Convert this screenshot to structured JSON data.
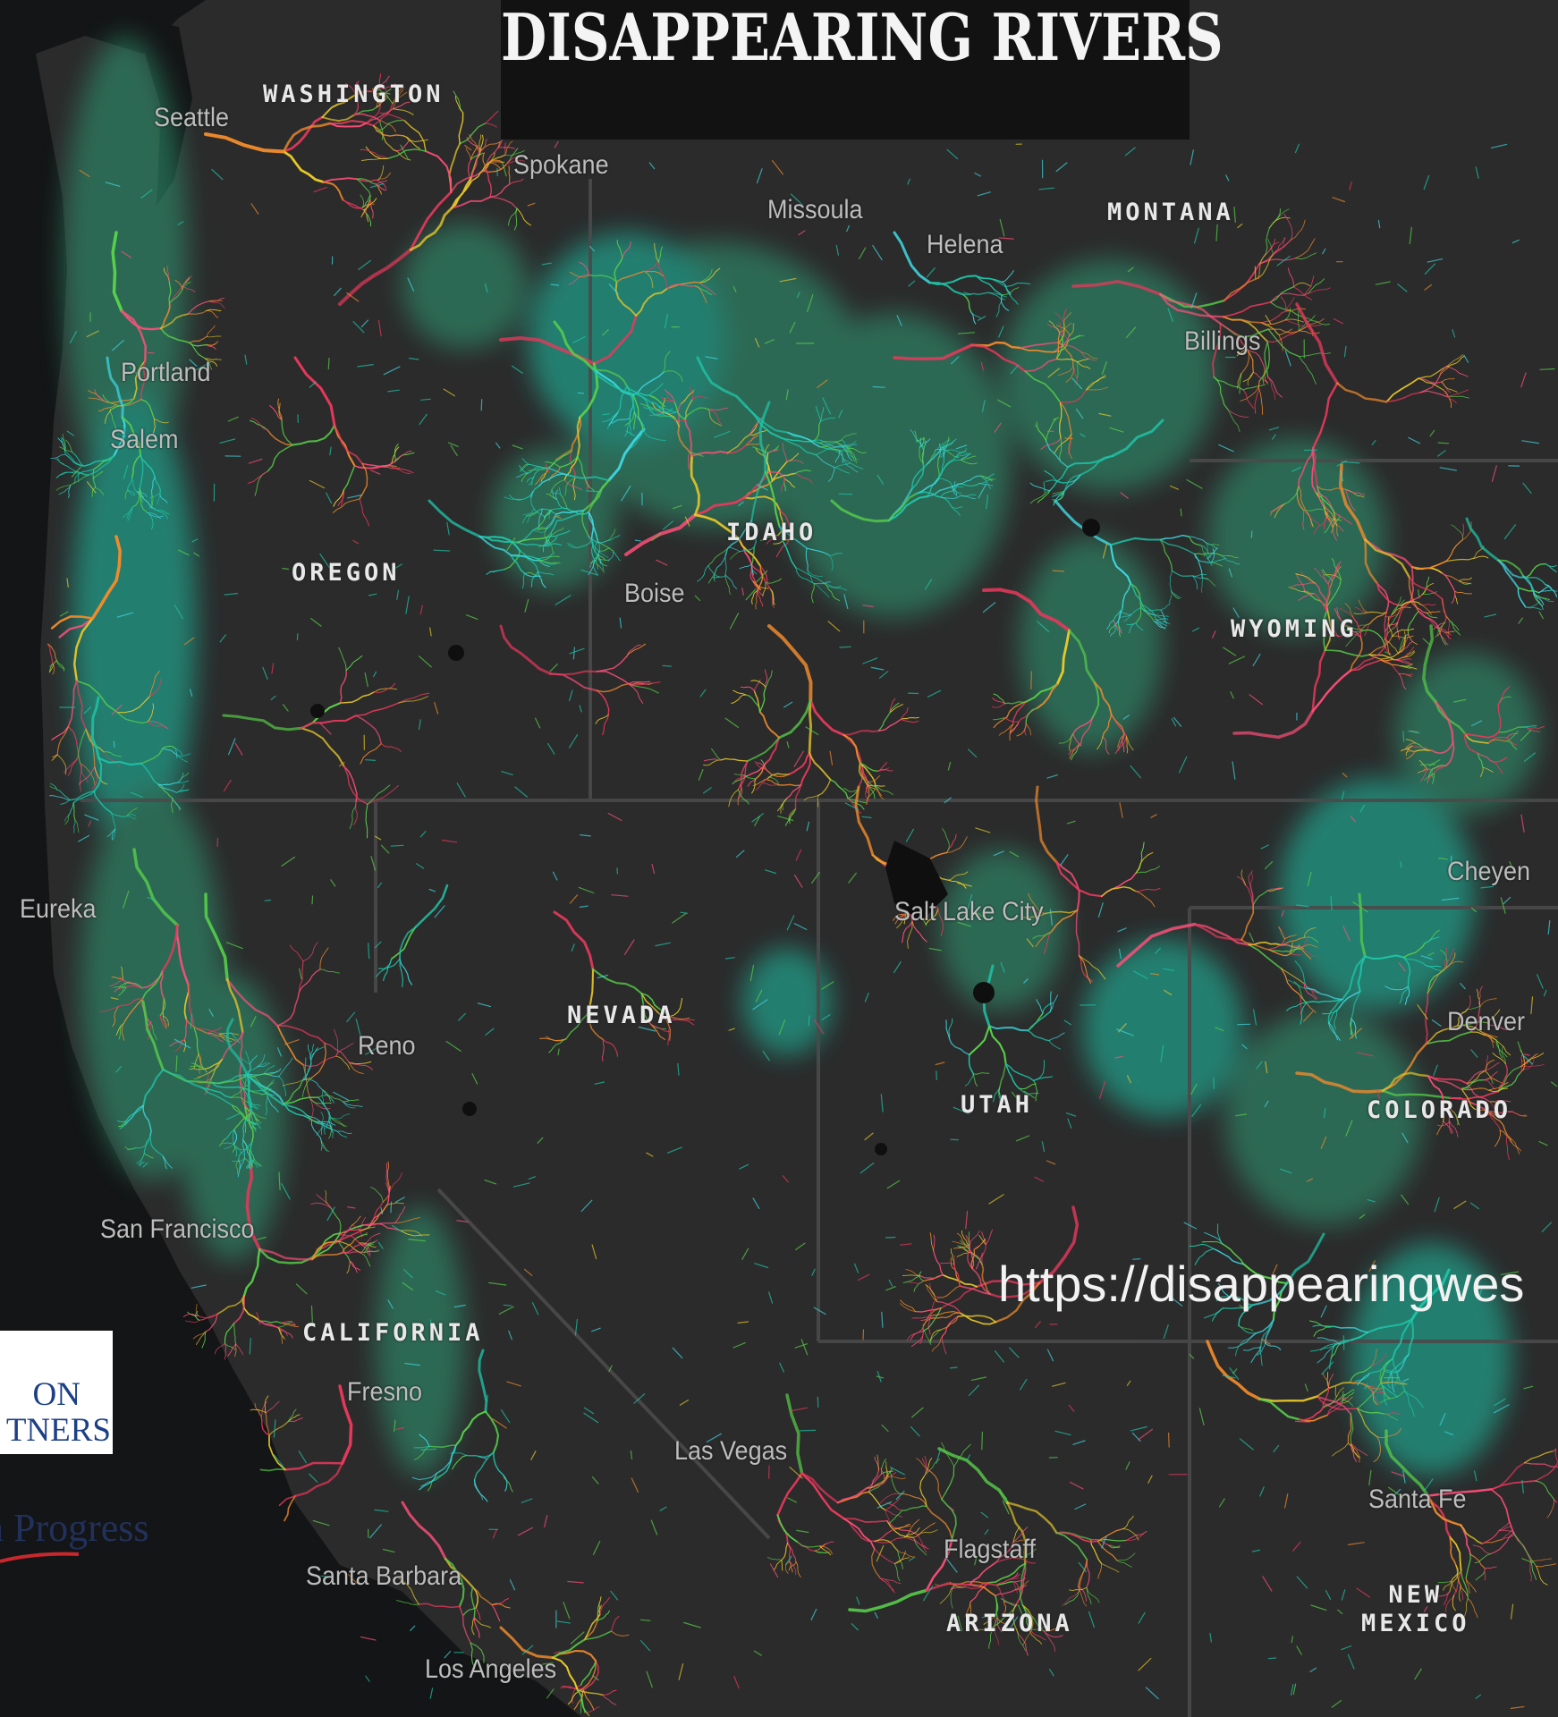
{
  "title": "DISAPPEARING RIVERS",
  "url": "https://disappearingwes",
  "partner_logo": {
    "line1": "ON",
    "line2": "TNERS",
    "tagline": "n Progress"
  },
  "states": [
    {
      "name": "WASHINGTON"
    },
    {
      "name": "MONTANA"
    },
    {
      "name": "OREGON"
    },
    {
      "name": "IDAHO"
    },
    {
      "name": "WYOMING"
    },
    {
      "name": "NEVADA"
    },
    {
      "name": "UTAH"
    },
    {
      "name": "COLORADO"
    },
    {
      "name": "CALIFORNIA"
    },
    {
      "name": "ARIZONA"
    },
    {
      "name": "NEW",
      "name2": "MEXICO"
    }
  ],
  "cities": [
    {
      "name": "Seattle"
    },
    {
      "name": "Spokane"
    },
    {
      "name": "Missoula"
    },
    {
      "name": "Helena"
    },
    {
      "name": "Billings"
    },
    {
      "name": "Portland"
    },
    {
      "name": "Salem"
    },
    {
      "name": "Boise"
    },
    {
      "name": "Eureka"
    },
    {
      "name": "Salt Lake City"
    },
    {
      "name": "Cheyen"
    },
    {
      "name": "Denver"
    },
    {
      "name": "Reno"
    },
    {
      "name": "San Francisco"
    },
    {
      "name": "Fresno"
    },
    {
      "name": "Las Vegas"
    },
    {
      "name": "Santa Fe"
    },
    {
      "name": "Flagstaff"
    },
    {
      "name": "Santa Barbara"
    },
    {
      "name": "Los Angeles"
    }
  ],
  "colors": {
    "ocean": "#141516",
    "land": "#2a2a2a",
    "river_teal": "#1fc4a8",
    "river_cyan": "#3fd6e0",
    "river_green": "#58d04a",
    "river_yellow": "#e6c72a",
    "river_orange": "#f08a2c",
    "river_red": "#e8385c",
    "river_pink": "#ff4f7a"
  }
}
